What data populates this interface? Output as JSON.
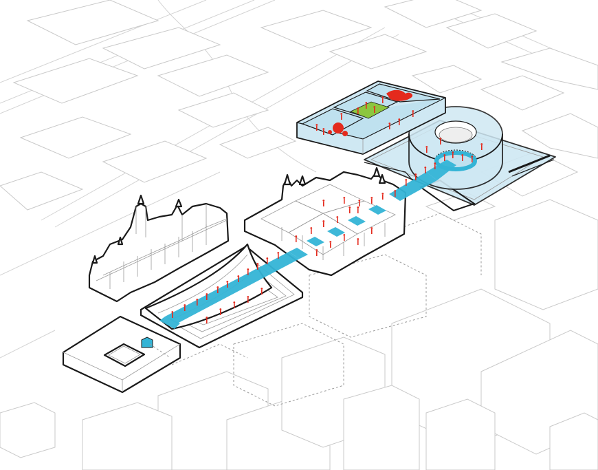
{
  "diagram": {
    "colors": {
      "background": "#ffffff",
      "context_line": "#c9c9c9",
      "building_outline": "#1a1a1a",
      "walkway": "#34b4d6",
      "glass": "#cfe8f3",
      "people": "#e42a1d",
      "field": "#8cc63f"
    },
    "elements": [
      "context-city-blocks",
      "castle-building",
      "courtyard-building",
      "canopy-pavilion",
      "gothic-building",
      "ring-building",
      "glass-pavilion",
      "elevated-walkway",
      "people-markers"
    ]
  }
}
